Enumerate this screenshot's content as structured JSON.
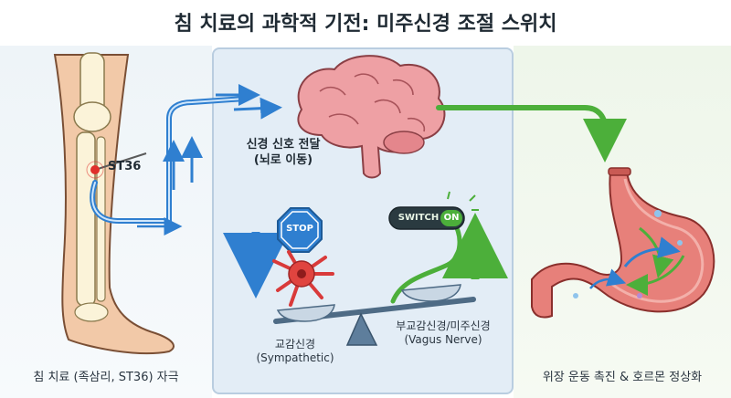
{
  "title": "침 치료의 과학적 기전: 미주신경 조절 스위치",
  "left_panel": {
    "acupoint": "ST36",
    "caption": "침 치료 (족삼리, ST36) 자극"
  },
  "middle_panel": {
    "signal_label_line1": "신경 신호 전달",
    "signal_label_line2": "(뇌로 이동)",
    "stop_sign": "STOP",
    "switch_text": "SWITCH",
    "switch_state": "ON",
    "sympathetic_ko": "교감신경",
    "sympathetic_en": "(Sympathetic)",
    "vagus_ko": "부교감신경/미주신경",
    "vagus_en": "(Vagus Nerve)"
  },
  "right_panel": {
    "caption": "위장 운동 촉진 & 호르몬 정상화"
  },
  "colors": {
    "nerve_blue": "#2f7fd0",
    "vagus_green": "#4caf3a",
    "stop_red": "#d93a3a",
    "brain_pink": "#e58a90",
    "stomach_red": "#d6655f"
  }
}
